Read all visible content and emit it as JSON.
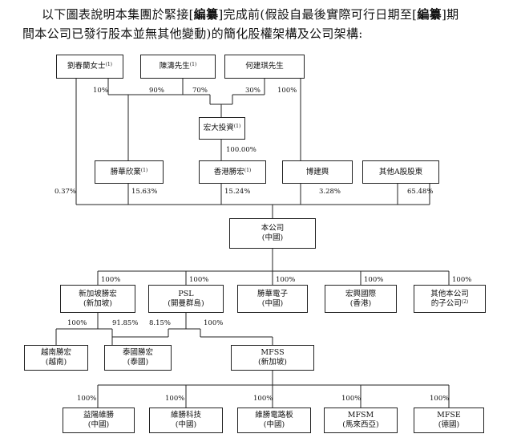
{
  "intro": {
    "l1a": "以下圖表說明本集團於緊接[",
    "l1b": "編纂",
    "l1c": "]完成前(假設自最後實際可行日期至[",
    "l1d": "編纂",
    "l1e": "]期",
    "l2": "間本公司已發行股本並無其他變動)的簡化股權架構及公司架構:"
  },
  "boxes": {
    "liu": {
      "name": "劉春蘭女士",
      "note": "(1)"
    },
    "chen": {
      "name": "陳濤先生",
      "note": "(1)"
    },
    "he": {
      "name": "何建琪先生",
      "note": ""
    },
    "hongda": {
      "name": "宏大投資",
      "note": "(1)"
    },
    "shenghua": {
      "name": "勝華欣業",
      "note": "(1)"
    },
    "hkshenghong": {
      "name": "香港勝宏",
      "note": "(1)"
    },
    "bojianxing": {
      "name": "博建興",
      "note": ""
    },
    "otherA": {
      "name": "其他A股股東",
      "note": ""
    },
    "company": {
      "name": "本公司",
      "sub": "(中國)"
    },
    "sgshenghong": {
      "name": "新加坡勝宏",
      "sub": "(新加坡)"
    },
    "psl": {
      "name": "PSL",
      "sub": "(開曼群島)"
    },
    "shenghuadianzi": {
      "name": "勝華電子",
      "sub": "(中國)"
    },
    "hongyu": {
      "name": "宏興國際",
      "sub": "(香港)"
    },
    "othersub": {
      "name": "其他本公司",
      "sub": "的子公司",
      "note": "(2)"
    },
    "vietnam": {
      "name": "越南勝宏",
      "sub": "(越南)"
    },
    "thailand": {
      "name": "泰國勝宏",
      "sub": "(泰國)"
    },
    "mfss": {
      "name": "MFSS",
      "sub": "(新加坡)"
    },
    "yiyang": {
      "name": "益陽維勝",
      "sub": "(中國)"
    },
    "weisheng_tech": {
      "name": "維勝科技",
      "sub": "(中國)"
    },
    "weisheng_pcb": {
      "name": "維勝電路板",
      "sub": "(中國)"
    },
    "mfsm": {
      "name": "MFSM",
      "sub": "(馬來西亞)"
    },
    "mfse": {
      "name": "MFSE",
      "sub": "(德國)"
    }
  },
  "percentages": {
    "liu_sh": "10%",
    "chen_sh": "90%",
    "chen_hd": "70%",
    "he_hd": "30%",
    "he_bj": "100%",
    "hd_hk": "100.00%",
    "liu_co": "0.37%",
    "sh_co": "15.63%",
    "hk_co": "15.24%",
    "bj_co": "3.28%",
    "oa_co": "65.48%",
    "co_sg": "100%",
    "co_psl": "100%",
    "co_shdz": "100%",
    "co_hy": "100%",
    "co_os": "100%",
    "sg_vn": "100%",
    "sg_th": "91.85%",
    "psl_th": "8.15%",
    "psl_mfss": "100%",
    "mfss_yy": "100%",
    "mfss_wt": "100%",
    "mfss_wp": "100%",
    "mfss_mfsm": "100%",
    "mfss_mfse": "100%"
  }
}
